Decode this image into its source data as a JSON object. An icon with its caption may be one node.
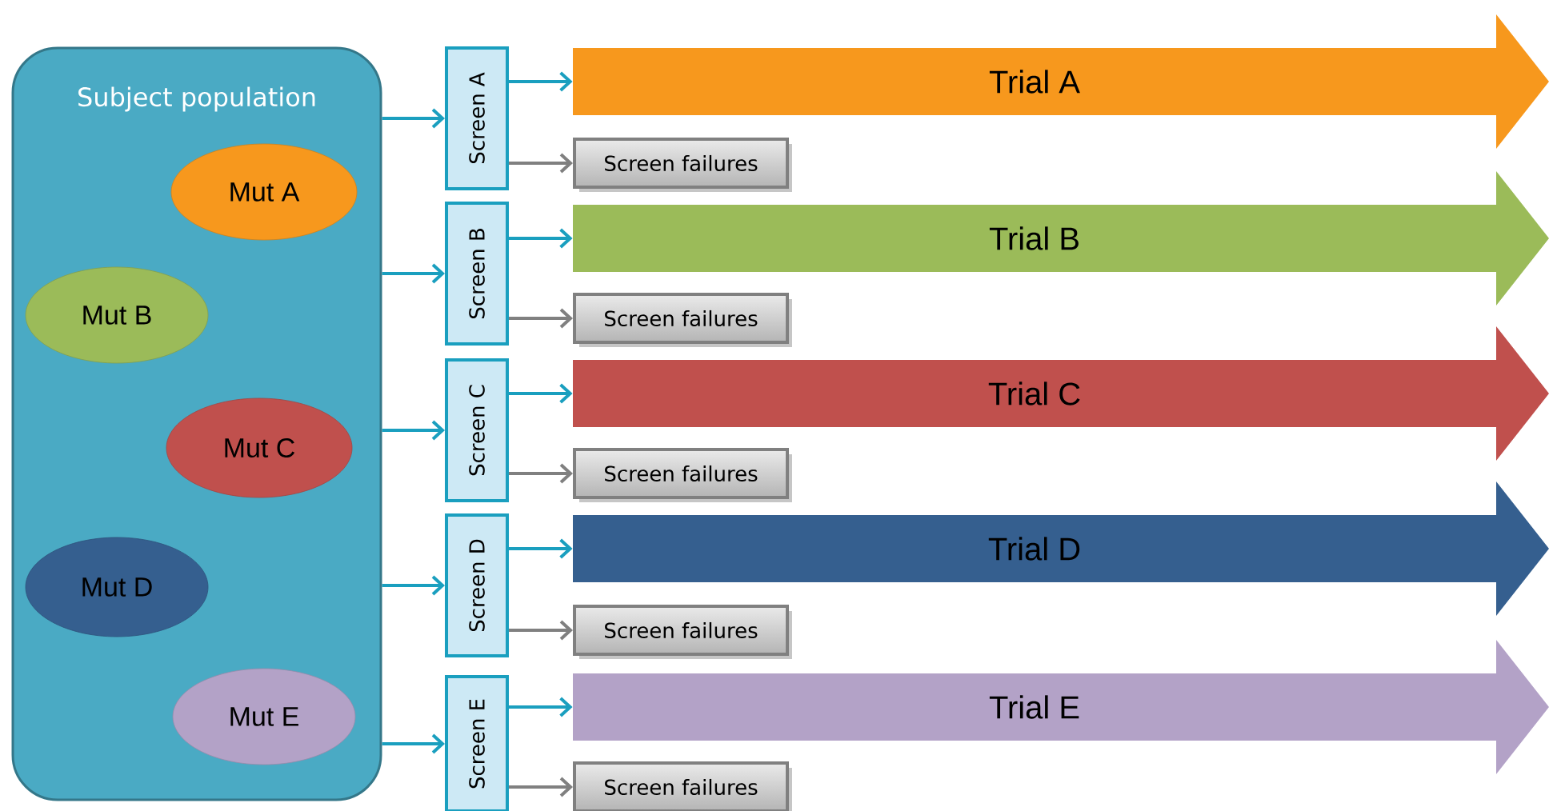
{
  "diagram": {
    "nodes": [
      {
        "text": [
          "Subject population"
        ]
      },
      {
        "text": [
          "Mut A"
        ],
        "in": 0
      },
      {
        "text": [
          "Mut B"
        ],
        "in": 0
      },
      {
        "text": [
          "Mut C"
        ],
        "in": 0
      },
      {
        "text": [
          "Mut D"
        ],
        "in": 0
      },
      {
        "text": [
          "Mut E"
        ],
        "in": 0
      },
      {
        "text": [
          "Screen A"
        ]
      },
      {
        "text": [
          "Trial A"
        ]
      },
      {
        "text": [
          "Screen failures"
        ]
      },
      {
        "text": [
          "Screen B"
        ]
      },
      {
        "text": [
          "Trial B"
        ]
      },
      {
        "text": [
          "Screen failures"
        ]
      },
      {
        "text": [
          "Screen C"
        ]
      },
      {
        "text": [
          "Trial C"
        ]
      },
      {
        "text": [
          "Screen failures"
        ]
      },
      {
        "text": [
          "Screen D"
        ]
      },
      {
        "text": [
          "Trial D"
        ]
      },
      {
        "text": [
          "Screen failures"
        ]
      },
      {
        "text": [
          "Screen E"
        ]
      },
      {
        "text": [
          "Trial E"
        ]
      },
      {
        "text": [
          "Screen failures"
        ]
      }
    ],
    "edges": [
      {
        "from": 0,
        "to": 6,
        "arrow": "to"
      },
      {
        "from": 6,
        "to": 7,
        "arrow": "to"
      },
      {
        "from": 6,
        "to": 8,
        "arrow": "to",
        "color": "#808080"
      },
      {
        "from": 0,
        "to": 9,
        "arrow": "to"
      },
      {
        "from": 9,
        "to": 10,
        "arrow": "to"
      },
      {
        "from": 9,
        "to": 11,
        "arrow": "to",
        "color": "#808080"
      },
      {
        "from": 0,
        "to": 12,
        "arrow": "to"
      },
      {
        "from": 12,
        "to": 13,
        "arrow": "to"
      },
      {
        "from": 12,
        "to": 14,
        "arrow": "to",
        "color": "#808080"
      },
      {
        "from": 0,
        "to": 15,
        "arrow": "to"
      },
      {
        "from": 15,
        "to": 16,
        "arrow": "to"
      },
      {
        "from": 15,
        "to": 17,
        "arrow": "to",
        "color": "#808080"
      },
      {
        "from": 0,
        "to": 18,
        "arrow": "to"
      },
      {
        "from": 18,
        "to": 19,
        "arrow": "to"
      },
      {
        "from": 18,
        "to": 20,
        "arrow": "to",
        "color": "#808080"
      }
    ]
  }
}
